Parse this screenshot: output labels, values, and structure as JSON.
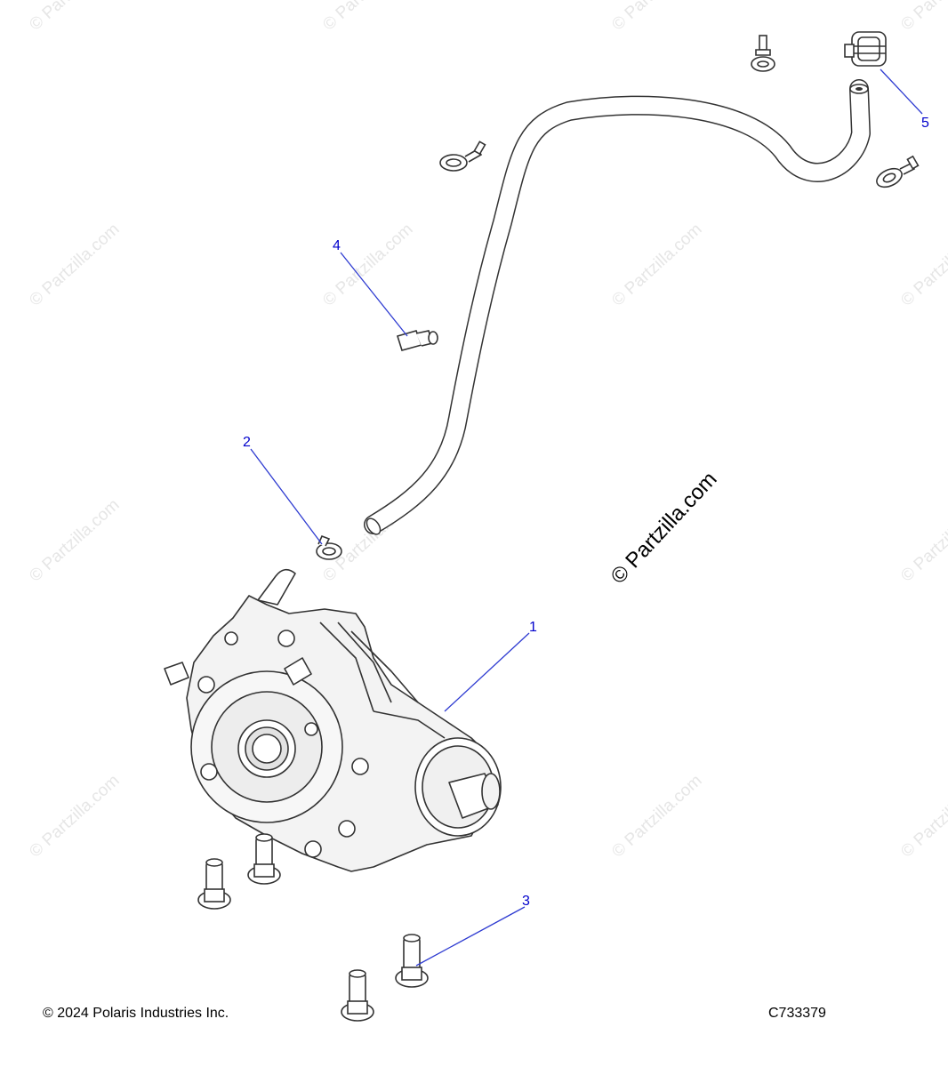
{
  "callouts": [
    {
      "number": "1",
      "part": "gearcase"
    },
    {
      "number": "2",
      "part": "hose-clamp"
    },
    {
      "number": "3",
      "part": "flange-bolt"
    },
    {
      "number": "4",
      "part": "hose-clip"
    },
    {
      "number": "5",
      "part": "vent-valve"
    }
  ],
  "watermark": "© Partzilla.com",
  "footer": {
    "copyright": "© 2024 Polaris Industries Inc.",
    "drawing_id": "C733379"
  },
  "colors": {
    "callout": "#0000cc",
    "leader": "#2e3bd1",
    "line_art": "#333333",
    "watermark": "#e6e6e6"
  }
}
